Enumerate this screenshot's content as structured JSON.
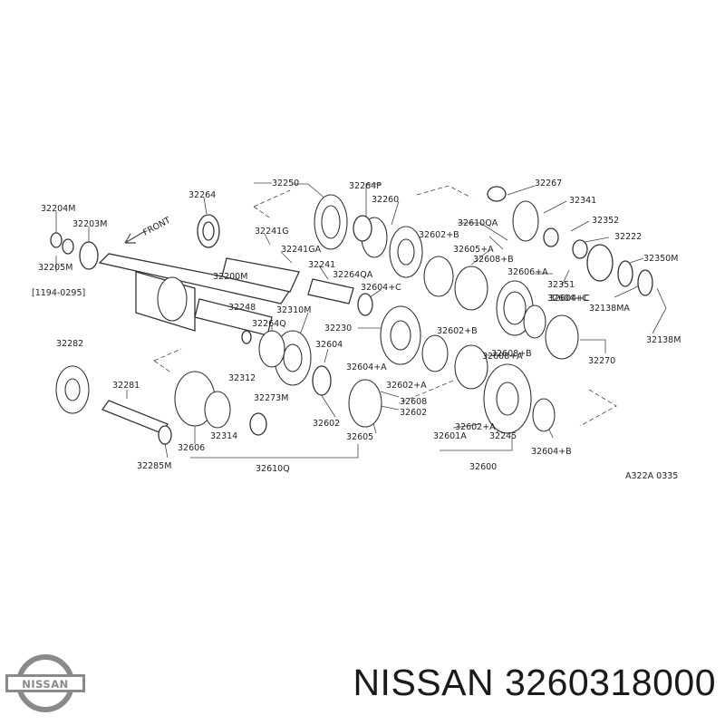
{
  "diagram": {
    "front_label": "FRONT",
    "ref_code": "A322A 0335",
    "part_labels": [
      "32204M",
      "32203M",
      "32205M",
      "[1194-0295]",
      "32264",
      "32200M",
      "32248",
      "32250",
      "32264P",
      "32260",
      "32241G",
      "32241GA",
      "32241",
      "32264Q",
      "32310M",
      "32604",
      "32602",
      "32605",
      "32230",
      "32610QA",
      "32602+B",
      "32605+A",
      "32608+B",
      "32604+C",
      "32264QA",
      "32604+C",
      "32606+A",
      "32608+B",
      "32602+B",
      "32267",
      "32341",
      "32352",
      "32222",
      "32350M",
      "32351",
      "32138MA",
      "32604+C",
      "32138M",
      "32270",
      "32282",
      "32281",
      "32312",
      "32273M",
      "32314",
      "32606",
      "32285M",
      "32610Q",
      "32604+A",
      "32602+A",
      "32608",
      "32602",
      "32608+A",
      "32602+A",
      "32601A",
      "32245",
      "32600",
      "32604+B"
    ]
  },
  "caption": {
    "brand": "NISSAN",
    "part_number": "3260318000",
    "text": "NISSAN 3260318000"
  }
}
